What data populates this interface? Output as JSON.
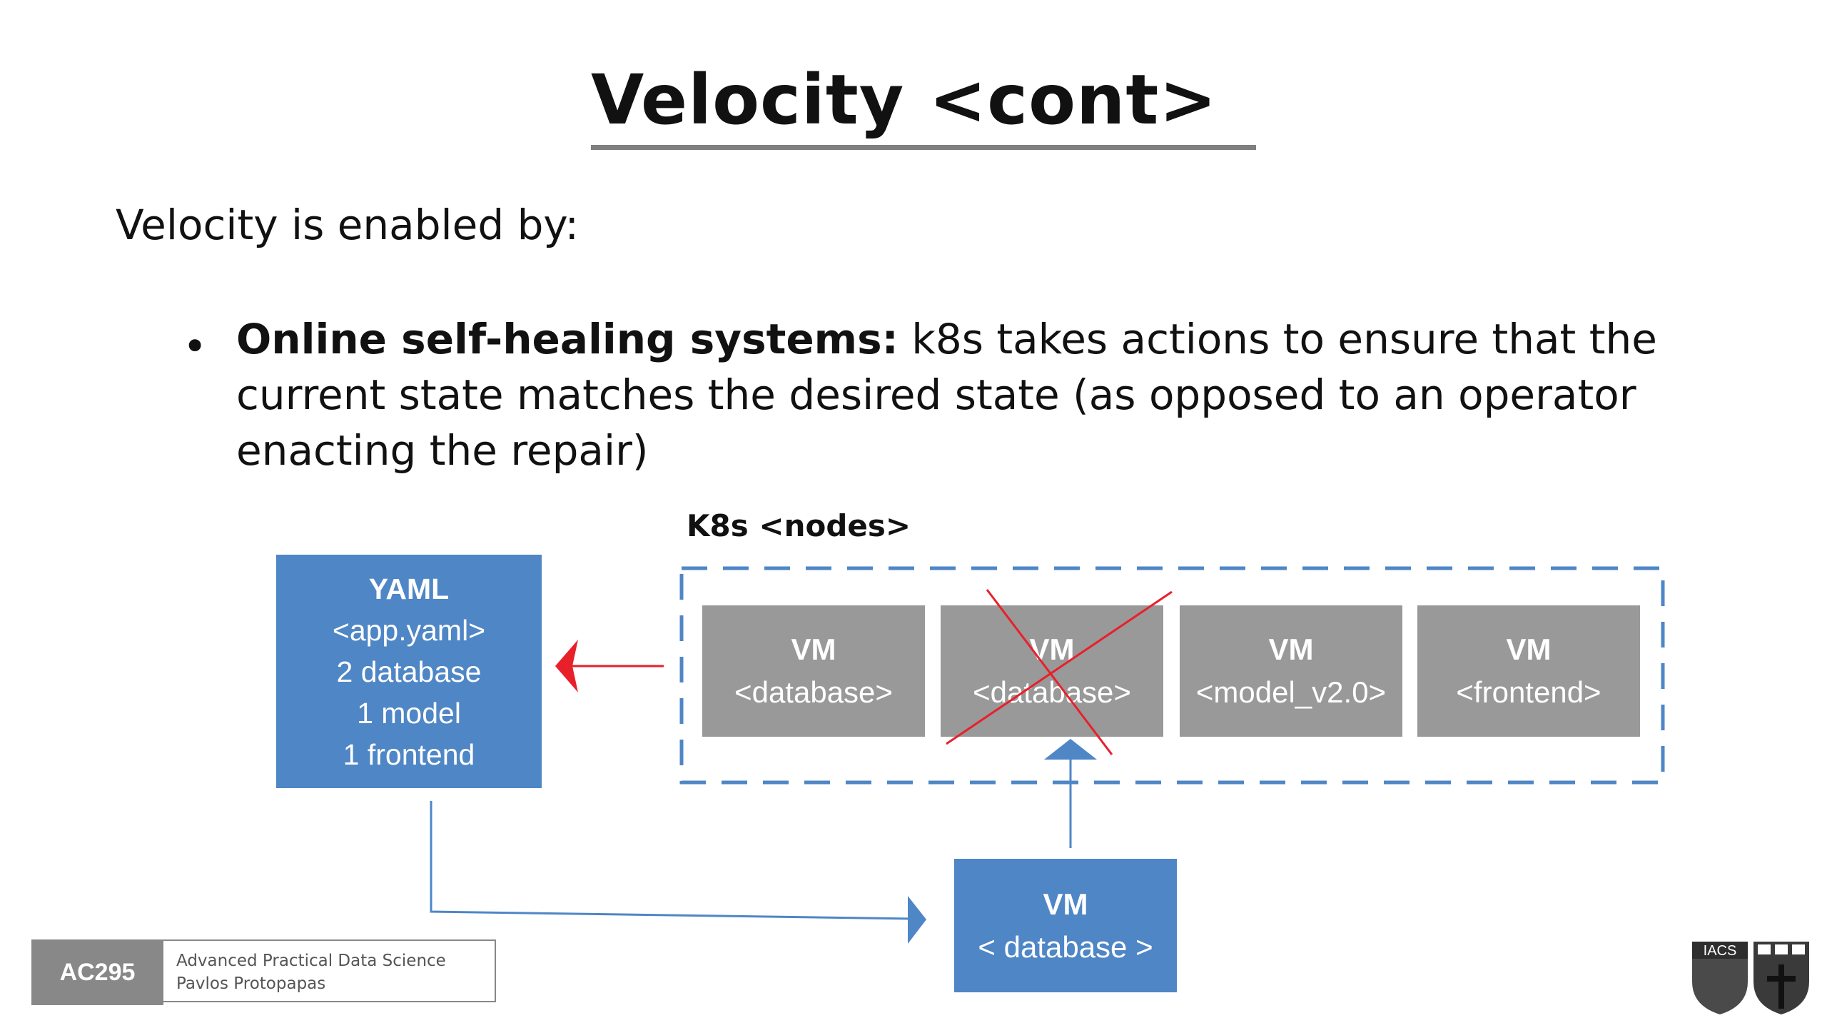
{
  "slide": {
    "title": "Velocity <cont>",
    "intro": "Velocity is enabled by:",
    "bullet": {
      "dot": "•",
      "bold": "Online self-healing systems:",
      "text": " k8s takes actions to ensure that the current state matches the desired state (as opposed to an operator enacting the repair)"
    }
  },
  "diagram": {
    "nodes_label": "K8s <nodes>",
    "yaml": {
      "title": "YAML",
      "file": "<app.yaml>",
      "line1": "2 database",
      "line2": "1 model",
      "line3": "1 frontend"
    },
    "vms": [
      {
        "title": "VM",
        "role": "<database>"
      },
      {
        "title": "VM",
        "role": "<database>"
      },
      {
        "title": "VM",
        "role": "<model_v2.0>"
      },
      {
        "title": "VM",
        "role": "<frontend>"
      }
    ],
    "new_vm": {
      "title": "VM",
      "role": "< database >"
    },
    "colors": {
      "blue_box": "#4f86c6",
      "gray_box": "#999999",
      "dashed_border": "#4f86c6",
      "failure_cross": "#e8202a",
      "arrow_blue": "#4f86c6",
      "arrow_red": "#e8202a"
    }
  },
  "footer": {
    "course_code": "AC295",
    "course_name": "Advanced Practical Data Science",
    "instructor": "Pavlos Protopapas",
    "logo_text": "IACS"
  }
}
